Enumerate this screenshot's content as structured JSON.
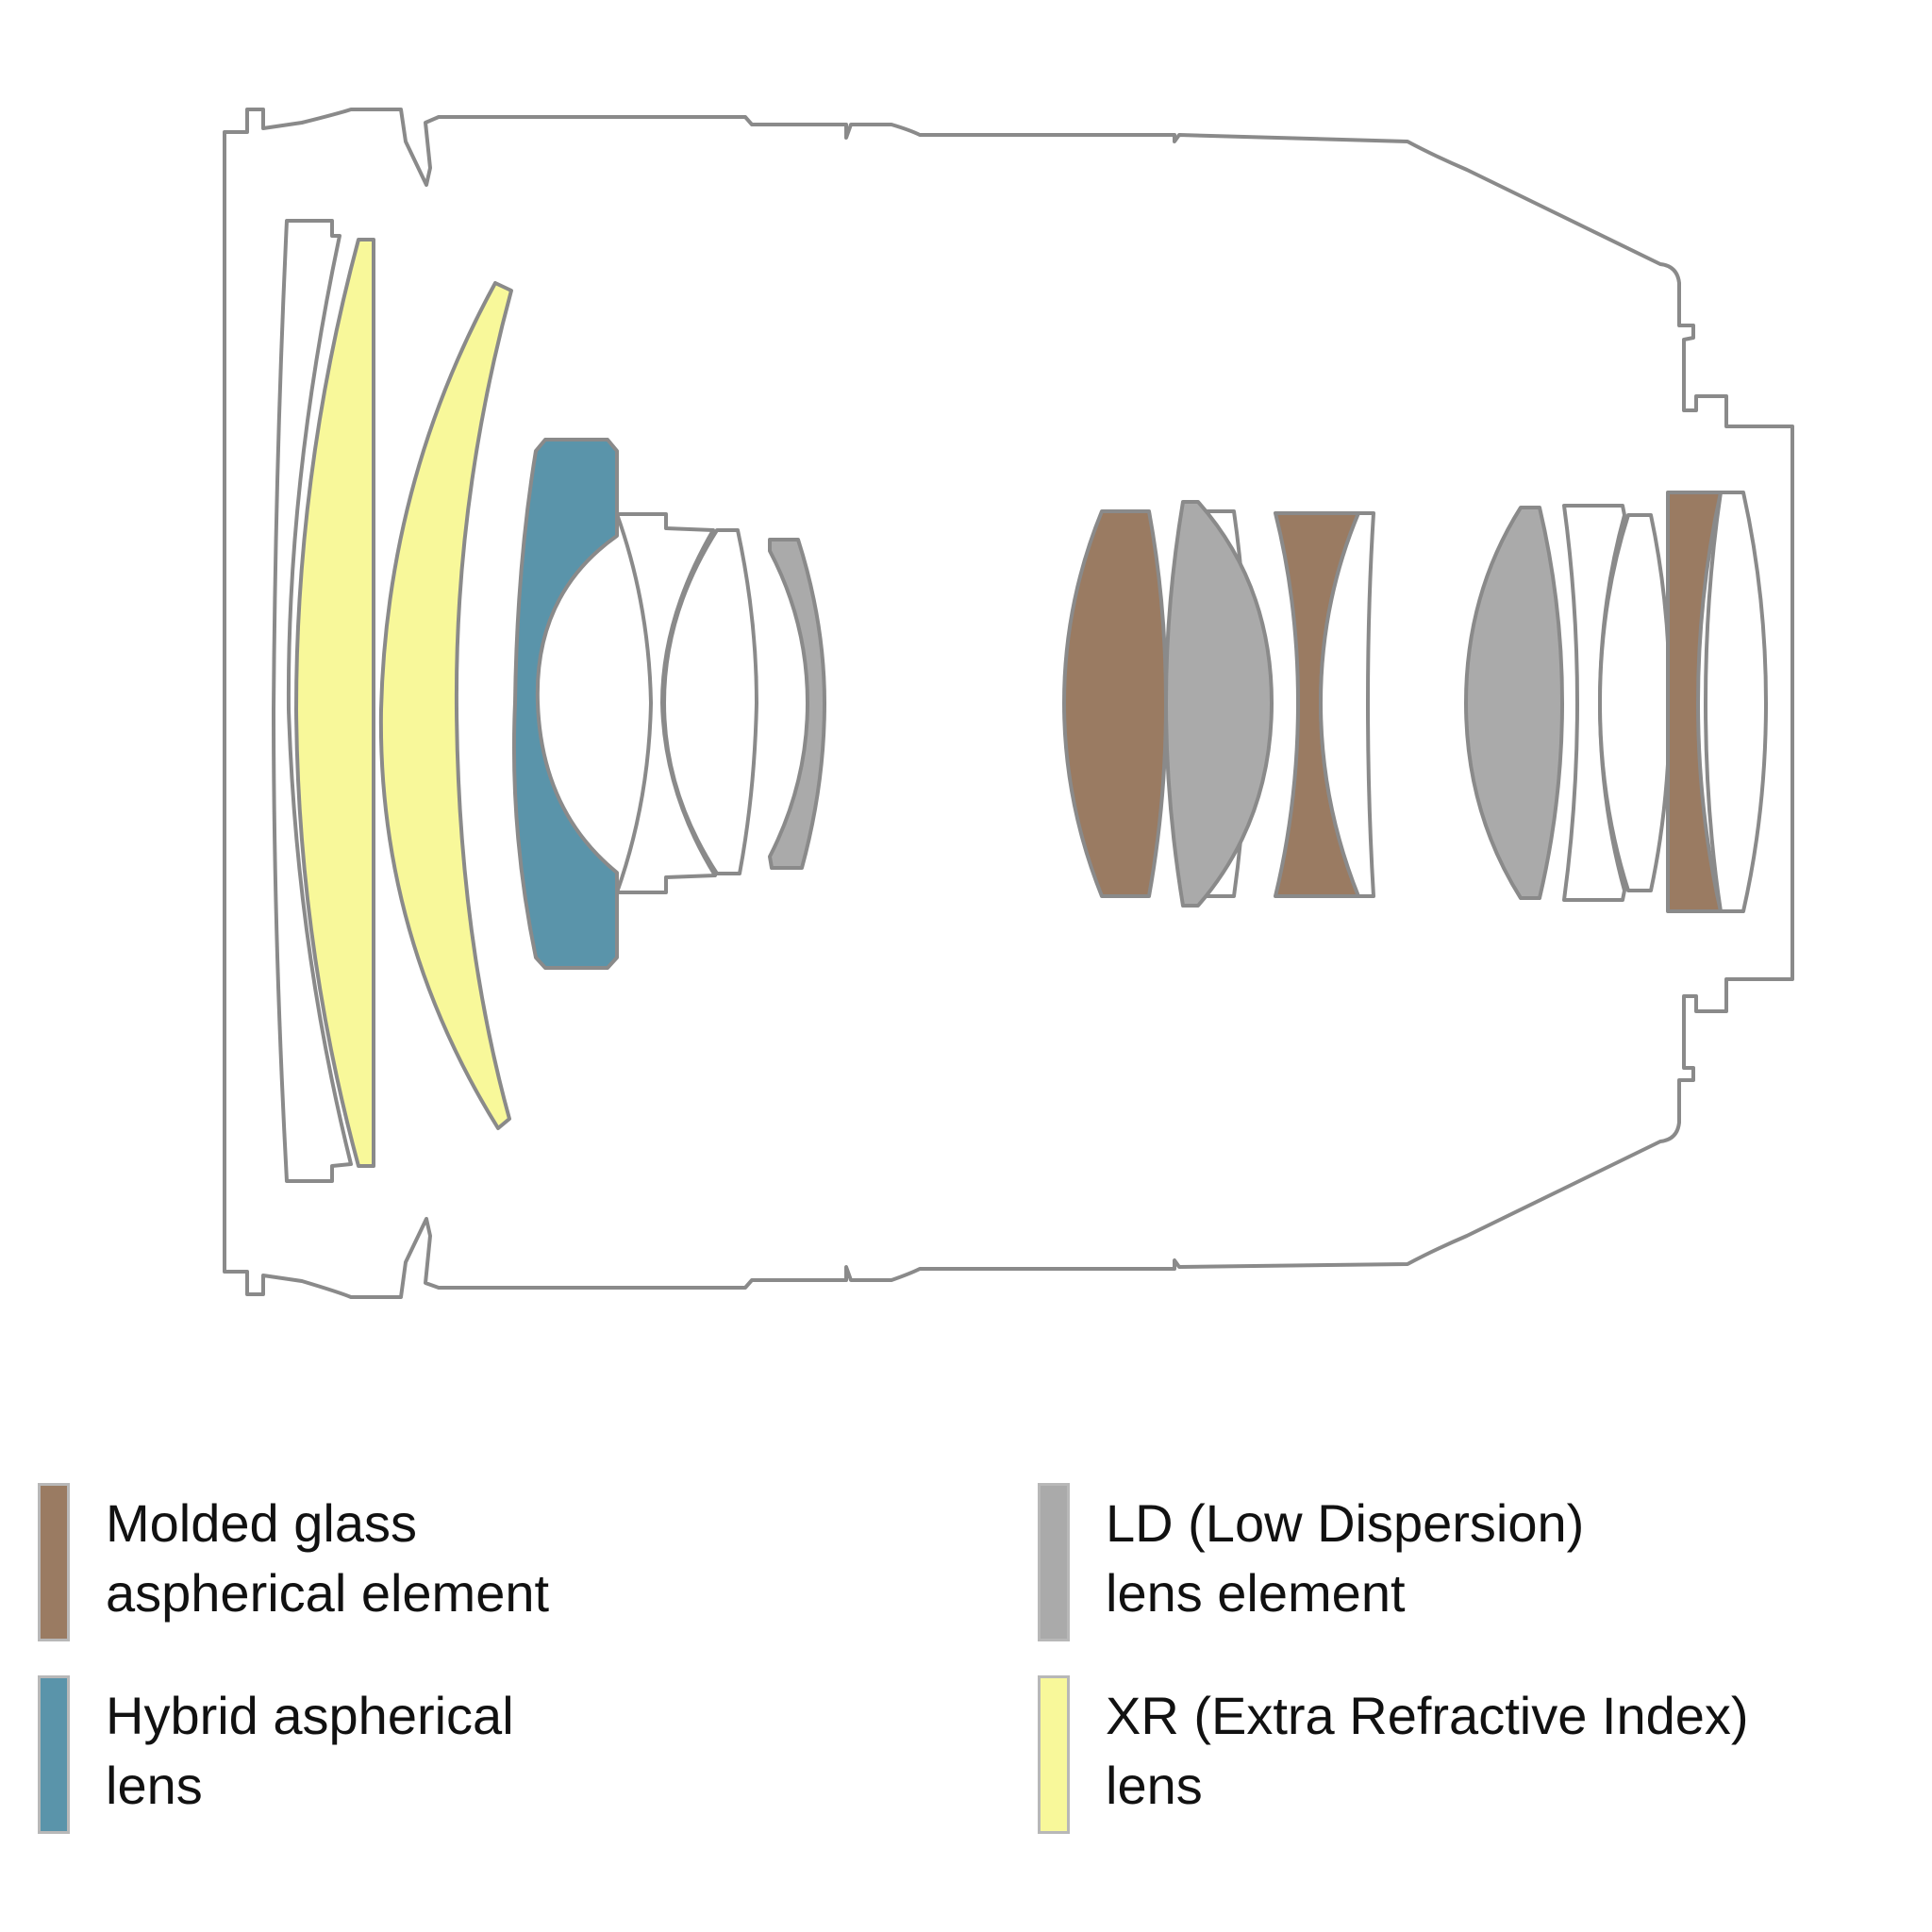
{
  "colors": {
    "outline": "#8a8a8a",
    "molded": "#9a7b62",
    "hybrid": "#5a94aa",
    "ld": "#aaaaaa",
    "xr": "#f8f89a",
    "plain": "#ffffff"
  },
  "legend": [
    {
      "key": "molded",
      "line1": "Molded glass",
      "line2": "aspherical element",
      "color": "#9a7b62"
    },
    {
      "key": "ld",
      "line1": "LD (Low Dispersion)",
      "line2": "lens element",
      "color": "#aaaaaa"
    },
    {
      "key": "hybrid",
      "line1": "Hybrid aspherical",
      "line2": "lens",
      "color": "#5a94aa"
    },
    {
      "key": "xr",
      "line1": "XR (Extra Refractive Index)",
      "line2": "lens",
      "color": "#f8f89a"
    }
  ]
}
